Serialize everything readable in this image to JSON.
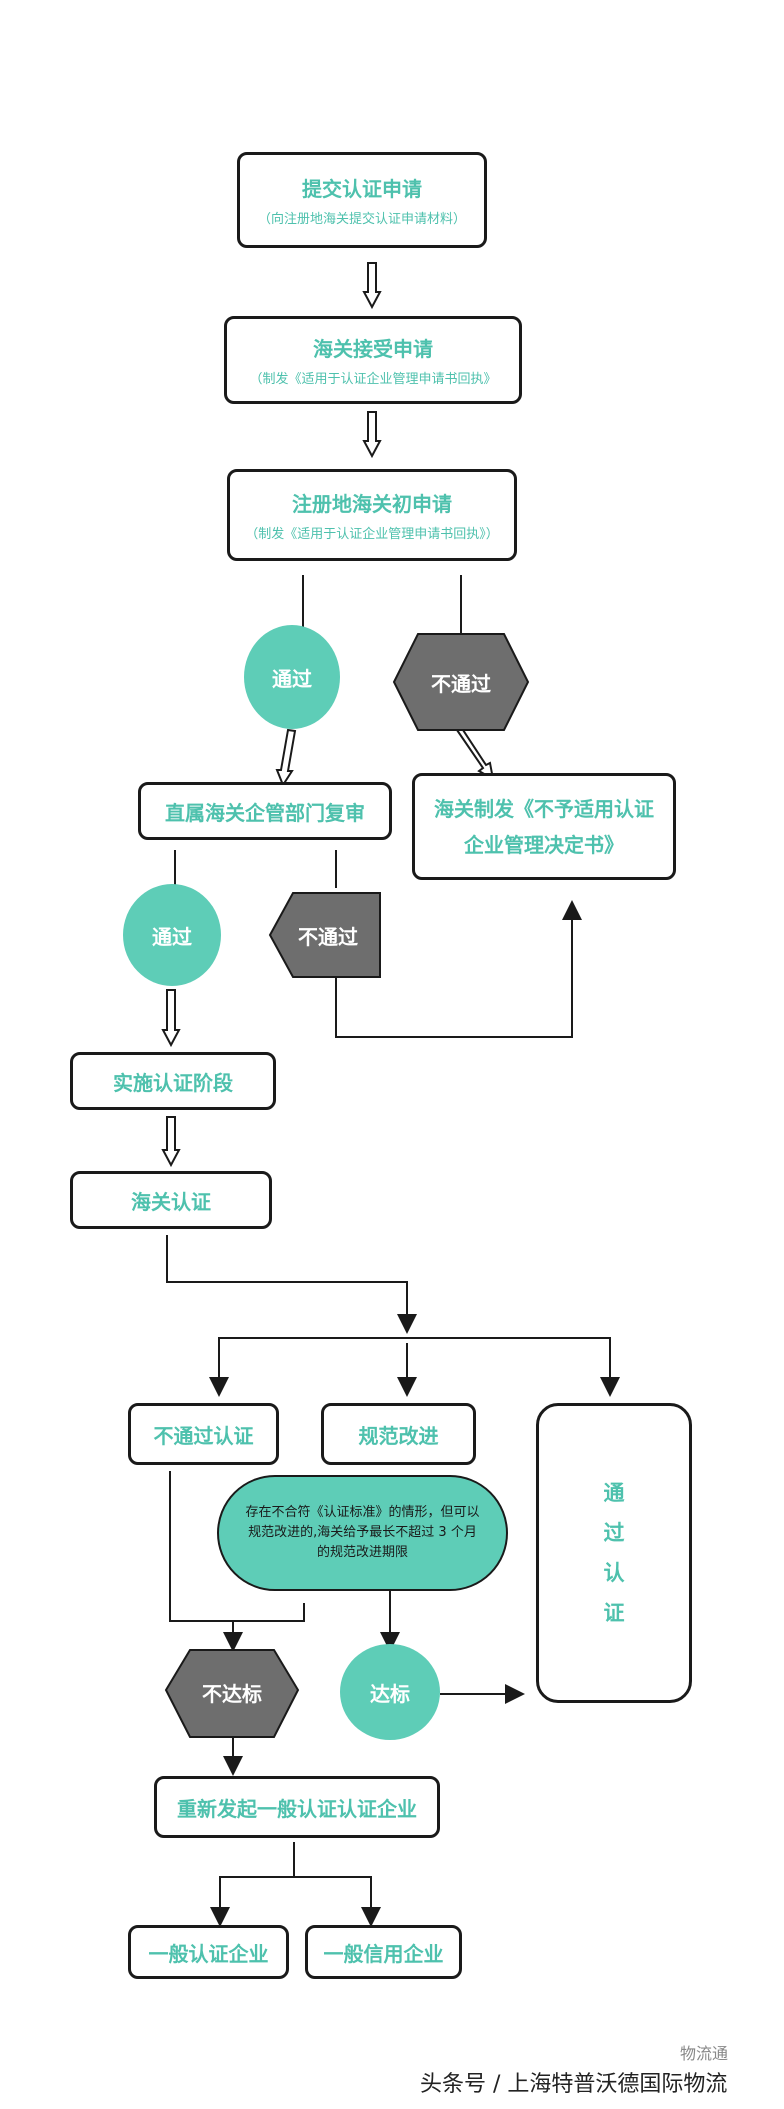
{
  "nodes": {
    "submit": {
      "title": "提交认证申请",
      "sub": "（向注册地海关提交认证申请材料）"
    },
    "accept": {
      "title": "海关接受申请",
      "sub": "（制发《适用于认证企业管理申请书回执》"
    },
    "initial": {
      "title": "注册地海关初申请",
      "sub": "（制发《适用于认证企业管理申请书回执》）"
    },
    "pass1": "通过",
    "fail1": "不通过",
    "decision": {
      "line1": "海关制发《不予适用认证",
      "line2": "企业管理决定书》"
    },
    "review": "直属海关企管部门复审",
    "pass2": "通过",
    "fail2": "不通过",
    "stage": "实施认证阶段",
    "cert": "海关认证",
    "not_pass_cert": "不通过认证",
    "improve": "规范改进",
    "passed_cert": [
      "通",
      "过",
      "认",
      "证"
    ],
    "note": {
      "line1": "存在不合符《认证标准》的情形，但可以",
      "line2": "规范改进的,海关给予最长不超过 3 个月",
      "line3": "的规范改进期限"
    },
    "substandard": "不达标",
    "standard": "达标",
    "restart": "重新发起一般认证认证企业",
    "general_cert": "一般认证企业",
    "general_credit": "一般信用企业"
  },
  "footer": {
    "text": "头条号 / 上海特普沃德国际物流",
    "watermark": "物流通"
  },
  "colors": {
    "teal": "#5ecdb7",
    "gray": "#6e6e6e",
    "outline": "#1a1a1a",
    "text_teal": "#4ec1ad"
  }
}
